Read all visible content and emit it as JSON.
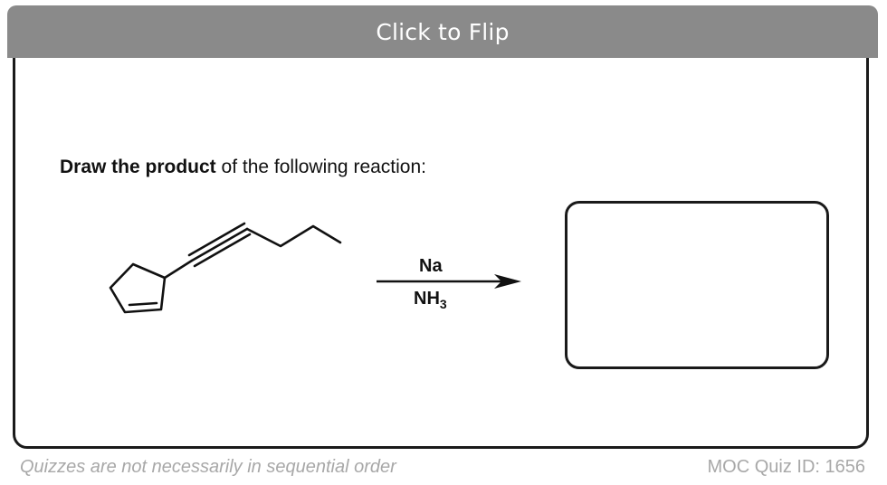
{
  "flip_bar": {
    "label": "Click to Flip"
  },
  "question": {
    "bold_part": "Draw the product",
    "rest": " of the following reaction:"
  },
  "reaction": {
    "reagent_top": "Na",
    "reagent_bottom_main": "NH",
    "reagent_bottom_sub": "3"
  },
  "footer": {
    "note": "Quizzes are not necessarily in sequential order",
    "quiz_id": "MOC Quiz ID: 1656"
  }
}
